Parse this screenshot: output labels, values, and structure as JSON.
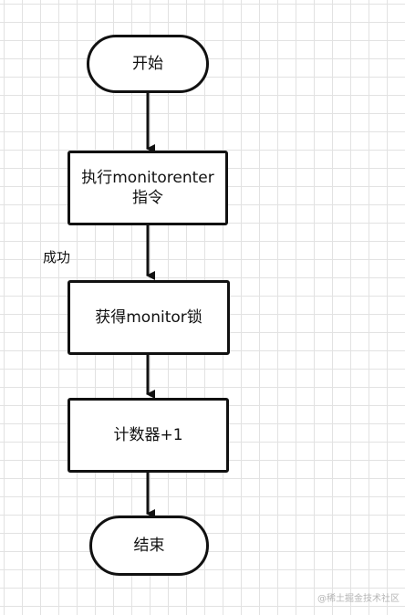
{
  "diagram": {
    "nodes": {
      "start": "开始",
      "exec_line1": "执行monitorenter",
      "exec_line2": "指令",
      "acquire": "获得monitor锁",
      "counter": "计数器+1",
      "end": "结束"
    },
    "edge_label_success": "成功"
  },
  "watermark": "@稀土掘金技术社区",
  "colors": {
    "stroke": "#111111",
    "grid": "#e2e2e2",
    "background": "#ffffff"
  }
}
